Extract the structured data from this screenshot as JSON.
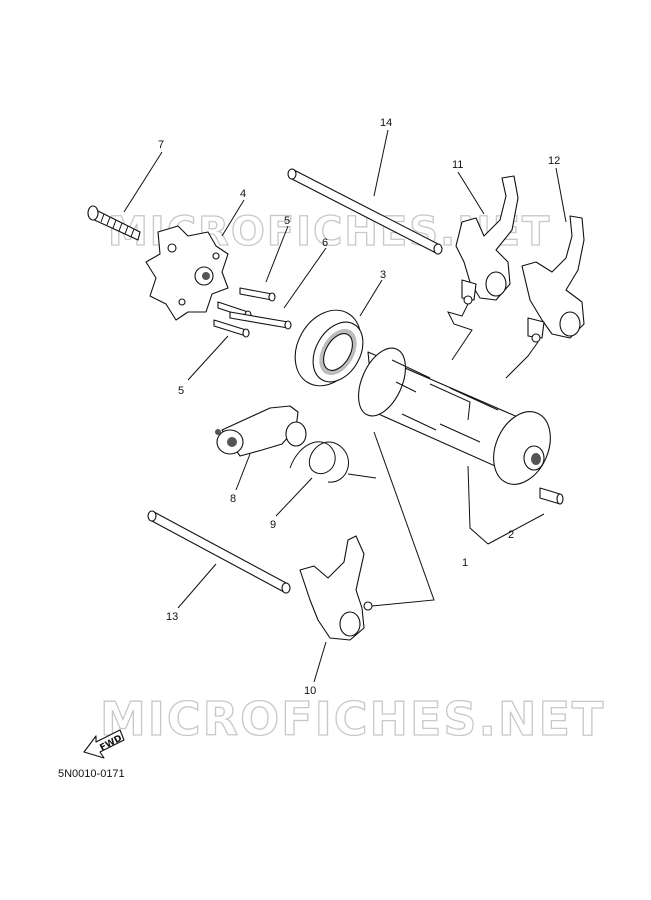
{
  "watermark": "MICROFICHES.NET",
  "part_code": "5N0010-0171",
  "direction_label": "FWD",
  "callouts": [
    "1",
    "2",
    "3",
    "4",
    "5",
    "5",
    "6",
    "7",
    "8",
    "9",
    "10",
    "11",
    "12",
    "13",
    "14"
  ]
}
